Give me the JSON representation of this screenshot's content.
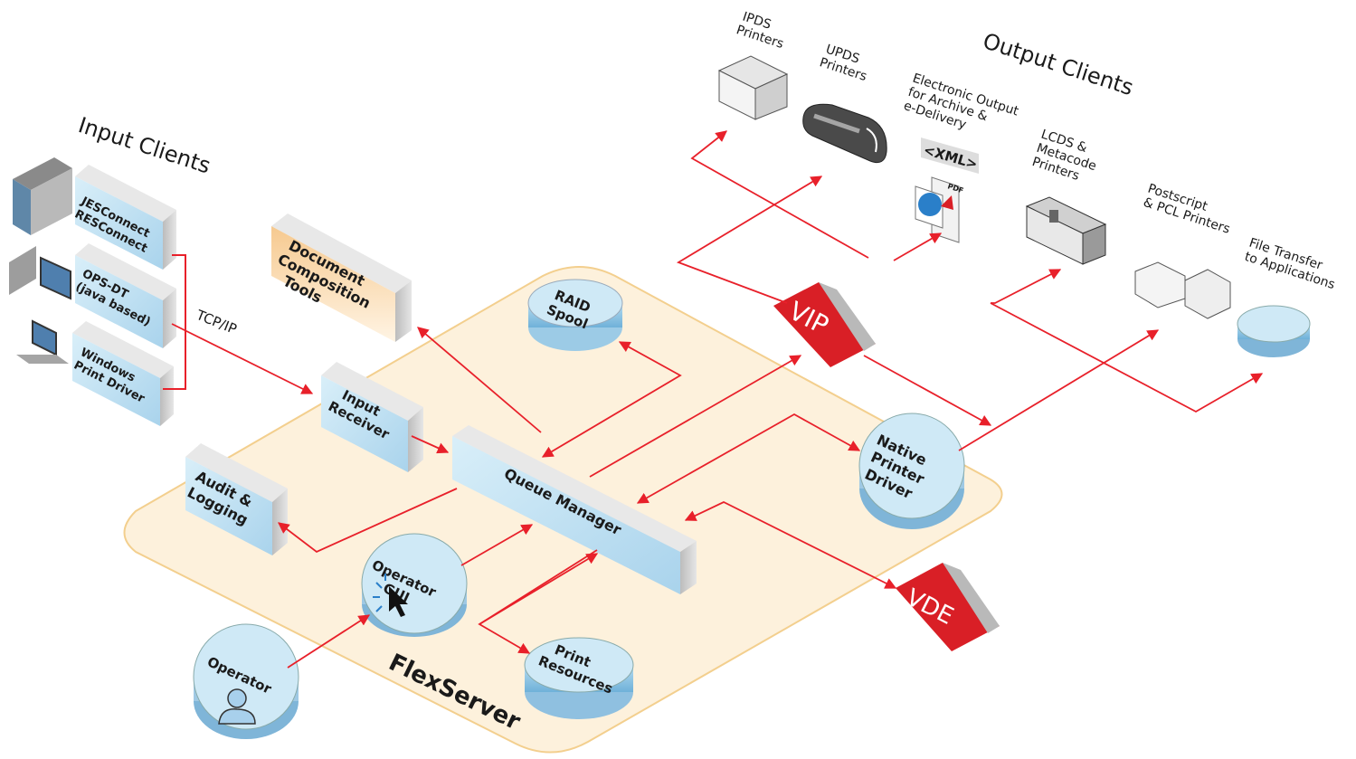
{
  "titles": {
    "input_clients": "Input Clients",
    "output_clients": "Output Clients",
    "flexserver": "FlexServer",
    "tcpip": "TCP/IP"
  },
  "input_clients": {
    "jes": [
      "JESConnect",
      "RESConnect"
    ],
    "ops": [
      "OPS-DT",
      "(java based)"
    ],
    "win": [
      "Windows",
      "Print Driver"
    ]
  },
  "components": {
    "doc_tools": [
      "Document",
      "Composition",
      "Tools"
    ],
    "raid": [
      "RAID",
      "Spool"
    ],
    "input_receiver": [
      "Input",
      "Receiver"
    ],
    "audit": [
      "Audit &",
      "Logging"
    ],
    "queue": "Queue Manager",
    "operator_gui": [
      "Operator",
      "GUI"
    ],
    "operator": "Operator",
    "print_res": [
      "Print",
      "Resources"
    ],
    "native": [
      "Native",
      "Printer",
      "Driver"
    ],
    "vip": "VIP",
    "vde": "VDE"
  },
  "output_clients": {
    "ipds": [
      "IPDS",
      "Printers"
    ],
    "updps": [
      "UPDS",
      "Printers"
    ],
    "electronic": [
      "Electronic Output",
      "for Archive &",
      "e-Delivery"
    ],
    "xml": "<XML>",
    "pdf": "PDF",
    "lcds": [
      "LCDS &",
      "Metacode",
      "Printers"
    ],
    "postscript": [
      "Postscript",
      "& PCL Printers"
    ],
    "filetransfer": [
      "File Transfer",
      "to Applications"
    ]
  },
  "colors": {
    "arrow": "#e8202a",
    "platform_fill": "#fdf1dc",
    "platform_stroke": "#f3cf8e",
    "box_face": "#c9e6f5",
    "brand_red": "#d91f26"
  }
}
